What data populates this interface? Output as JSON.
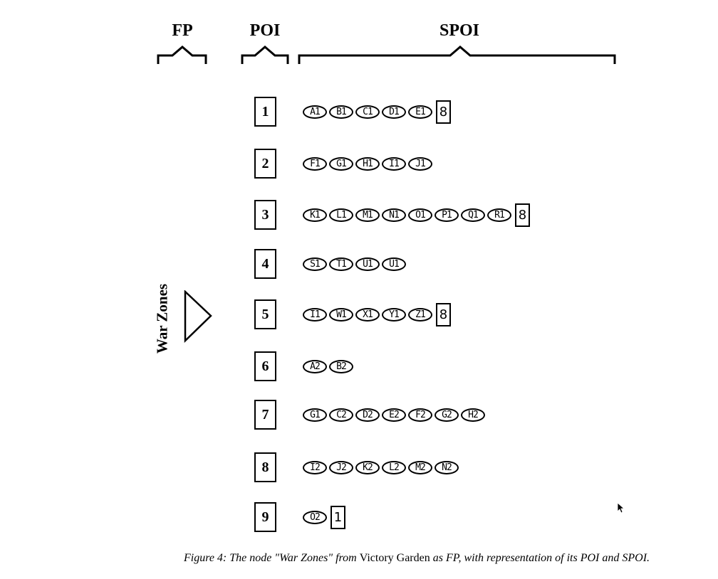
{
  "headers": {
    "fp": "FP",
    "poi": "POI",
    "spoi": "SPOI"
  },
  "fp_node": "War Zones",
  "rows": [
    {
      "poi": "1",
      "spoi": [
        "A1",
        "B1",
        "C1",
        "D1",
        "E1"
      ],
      "link": "8"
    },
    {
      "poi": "2",
      "spoi": [
        "F1",
        "G1",
        "H1",
        "I1",
        "J1"
      ],
      "link": null
    },
    {
      "poi": "3",
      "spoi": [
        "K1",
        "L1",
        "M1",
        "N1",
        "O1",
        "P1",
        "Q1",
        "R1"
      ],
      "link": "8"
    },
    {
      "poi": "4",
      "spoi": [
        "S1",
        "T1",
        "U1",
        "U1"
      ],
      "link": null
    },
    {
      "poi": "5",
      "spoi": [
        "I1",
        "W1",
        "X1",
        "Y1",
        "Z1"
      ],
      "link": "8"
    },
    {
      "poi": "6",
      "spoi": [
        "A2",
        "B2"
      ],
      "link": null
    },
    {
      "poi": "7",
      "spoi": [
        "G1",
        "C2",
        "D2",
        "E2",
        "F2",
        "G2",
        "H2"
      ],
      "link": null
    },
    {
      "poi": "8",
      "spoi": [
        "I2",
        "J2",
        "K2",
        "L2",
        "M2",
        "N2"
      ],
      "link": null
    },
    {
      "poi": "9",
      "spoi": [
        "O2"
      ],
      "link": "1"
    }
  ],
  "caption": {
    "part1": "Figure 4:  The node \"War Zones\" from ",
    "title": "Victory Garden",
    "part2": " as FP, with representation of its POI and SPOI."
  }
}
